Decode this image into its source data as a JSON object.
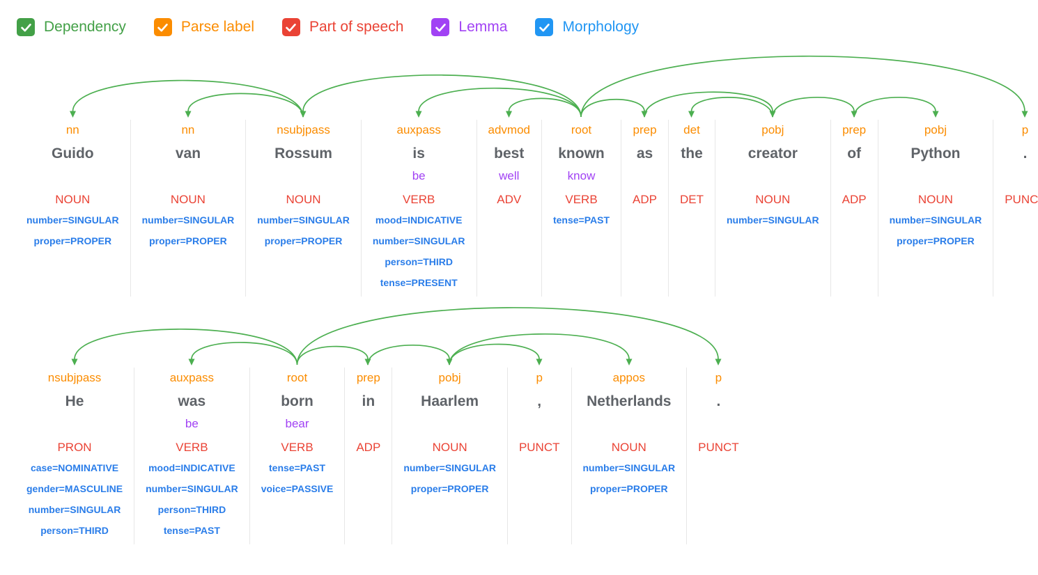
{
  "toolbar": {
    "options": [
      {
        "label": "Dependency",
        "color": "#43a047",
        "checked": true
      },
      {
        "label": "Parse label",
        "color": "#fb8c00",
        "checked": true
      },
      {
        "label": "Part of speech",
        "color": "#ea4335",
        "checked": true
      },
      {
        "label": "Lemma",
        "color": "#a142f4",
        "checked": true
      },
      {
        "label": "Morphology",
        "color": "#2196f3",
        "checked": true
      }
    ]
  },
  "diagram": {
    "colors": {
      "arc": "#4caf50",
      "parse_label": "#fb8c00",
      "word": "#5f6368",
      "lemma": "#a142f4",
      "pos": "#ea4335",
      "morph": "#2a7de9",
      "divider": "#e7e7e7"
    },
    "sentences": [
      {
        "tokens": [
          {
            "label": "nn",
            "word": "Guido",
            "lemma": "",
            "pos": "NOUN",
            "morph": [
              "number=SINGULAR",
              "proper=PROPER"
            ]
          },
          {
            "label": "nn",
            "word": "van",
            "lemma": "",
            "pos": "NOUN",
            "morph": [
              "number=SINGULAR",
              "proper=PROPER"
            ]
          },
          {
            "label": "nsubjpass",
            "word": "Rossum",
            "lemma": "",
            "pos": "NOUN",
            "morph": [
              "number=SINGULAR",
              "proper=PROPER"
            ]
          },
          {
            "label": "auxpass",
            "word": "is",
            "lemma": "be",
            "pos": "VERB",
            "morph": [
              "mood=INDICATIVE",
              "number=SINGULAR",
              "person=THIRD",
              "tense=PRESENT"
            ]
          },
          {
            "label": "advmod",
            "word": "best",
            "lemma": "well",
            "pos": "ADV",
            "morph": []
          },
          {
            "label": "root",
            "word": "known",
            "lemma": "know",
            "pos": "VERB",
            "morph": [
              "tense=PAST"
            ]
          },
          {
            "label": "prep",
            "word": "as",
            "lemma": "",
            "pos": "ADP",
            "morph": []
          },
          {
            "label": "det",
            "word": "the",
            "lemma": "",
            "pos": "DET",
            "morph": []
          },
          {
            "label": "pobj",
            "word": "creator",
            "lemma": "",
            "pos": "NOUN",
            "morph": [
              "number=SINGULAR"
            ]
          },
          {
            "label": "prep",
            "word": "of",
            "lemma": "",
            "pos": "ADP",
            "morph": []
          },
          {
            "label": "pobj",
            "word": "Python",
            "lemma": "",
            "pos": "NOUN",
            "morph": [
              "number=SINGULAR",
              "proper=PROPER"
            ]
          },
          {
            "label": "p",
            "word": ".",
            "lemma": "",
            "pos": "PUNCT",
            "morph": []
          }
        ],
        "arcs": [
          {
            "head": 2,
            "dep": 0
          },
          {
            "head": 2,
            "dep": 1
          },
          {
            "head": 5,
            "dep": 2
          },
          {
            "head": 5,
            "dep": 3
          },
          {
            "head": 5,
            "dep": 4
          },
          {
            "head": 5,
            "dep": 6
          },
          {
            "head": 8,
            "dep": 7
          },
          {
            "head": 6,
            "dep": 8
          },
          {
            "head": 8,
            "dep": 9
          },
          {
            "head": 9,
            "dep": 10
          },
          {
            "head": 5,
            "dep": 11
          }
        ]
      },
      {
        "tokens": [
          {
            "label": "nsubjpass",
            "word": "He",
            "lemma": "",
            "pos": "PRON",
            "morph": [
              "case=NOMINATIVE",
              "gender=MASCULINE",
              "number=SINGULAR",
              "person=THIRD"
            ]
          },
          {
            "label": "auxpass",
            "word": "was",
            "lemma": "be",
            "pos": "VERB",
            "morph": [
              "mood=INDICATIVE",
              "number=SINGULAR",
              "person=THIRD",
              "tense=PAST"
            ]
          },
          {
            "label": "root",
            "word": "born",
            "lemma": "bear",
            "pos": "VERB",
            "morph": [
              "tense=PAST",
              "voice=PASSIVE"
            ]
          },
          {
            "label": "prep",
            "word": "in",
            "lemma": "",
            "pos": "ADP",
            "morph": []
          },
          {
            "label": "pobj",
            "word": "Haarlem",
            "lemma": "",
            "pos": "NOUN",
            "morph": [
              "number=SINGULAR",
              "proper=PROPER"
            ]
          },
          {
            "label": "p",
            "word": ",",
            "lemma": "",
            "pos": "PUNCT",
            "morph": []
          },
          {
            "label": "appos",
            "word": "Netherlands",
            "lemma": "",
            "pos": "NOUN",
            "morph": [
              "number=SINGULAR",
              "proper=PROPER"
            ]
          },
          {
            "label": "p",
            "word": ".",
            "lemma": "",
            "pos": "PUNCT",
            "morph": []
          }
        ],
        "arcs": [
          {
            "head": 2,
            "dep": 0
          },
          {
            "head": 2,
            "dep": 1
          },
          {
            "head": 2,
            "dep": 3
          },
          {
            "head": 3,
            "dep": 4
          },
          {
            "head": 4,
            "dep": 5
          },
          {
            "head": 4,
            "dep": 6
          },
          {
            "head": 2,
            "dep": 7
          }
        ]
      }
    ]
  }
}
